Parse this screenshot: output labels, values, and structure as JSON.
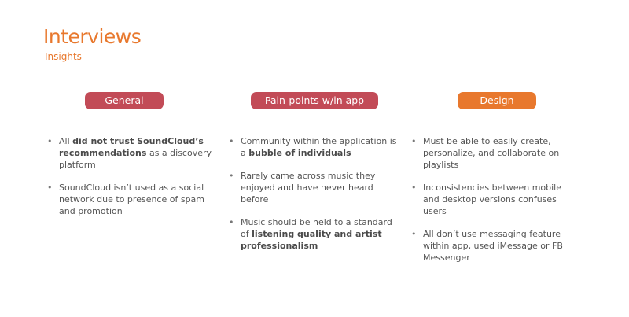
{
  "header": {
    "title": "Interviews",
    "subtitle": "Insights"
  },
  "colors": {
    "accent": "#E8782D",
    "pill_red": "#C24B57",
    "body_text": "#555555"
  },
  "columns": [
    {
      "heading": "General",
      "items": [
        {
          "pre": "All ",
          "bold": "did not trust SoundCloud’s recommendations",
          "post": " as a discovery platform"
        },
        {
          "pre": "SoundCloud isn’t used as a social network due to presence of spam and promotion",
          "bold": "",
          "post": ""
        }
      ]
    },
    {
      "heading": "Pain-points w/in app",
      "items": [
        {
          "pre": "Community within the application is a ",
          "bold": "bubble of individuals",
          "post": ""
        },
        {
          "pre": "Rarely came across music they enjoyed and have never heard before",
          "bold": "",
          "post": ""
        },
        {
          "pre": "Music should be held to a standard of ",
          "bold": "listening quality and artist professionalism",
          "post": ""
        }
      ]
    },
    {
      "heading": "Design",
      "items": [
        {
          "pre": "Must be able to easily create, personalize, and collaborate on playlists",
          "bold": "",
          "post": ""
        },
        {
          "pre": "Inconsistencies between mobile and desktop versions confuses users",
          "bold": "",
          "post": ""
        },
        {
          "pre": "All don’t use messaging feature within app, used iMessage or FB Messenger",
          "bold": "",
          "post": ""
        }
      ]
    }
  ]
}
